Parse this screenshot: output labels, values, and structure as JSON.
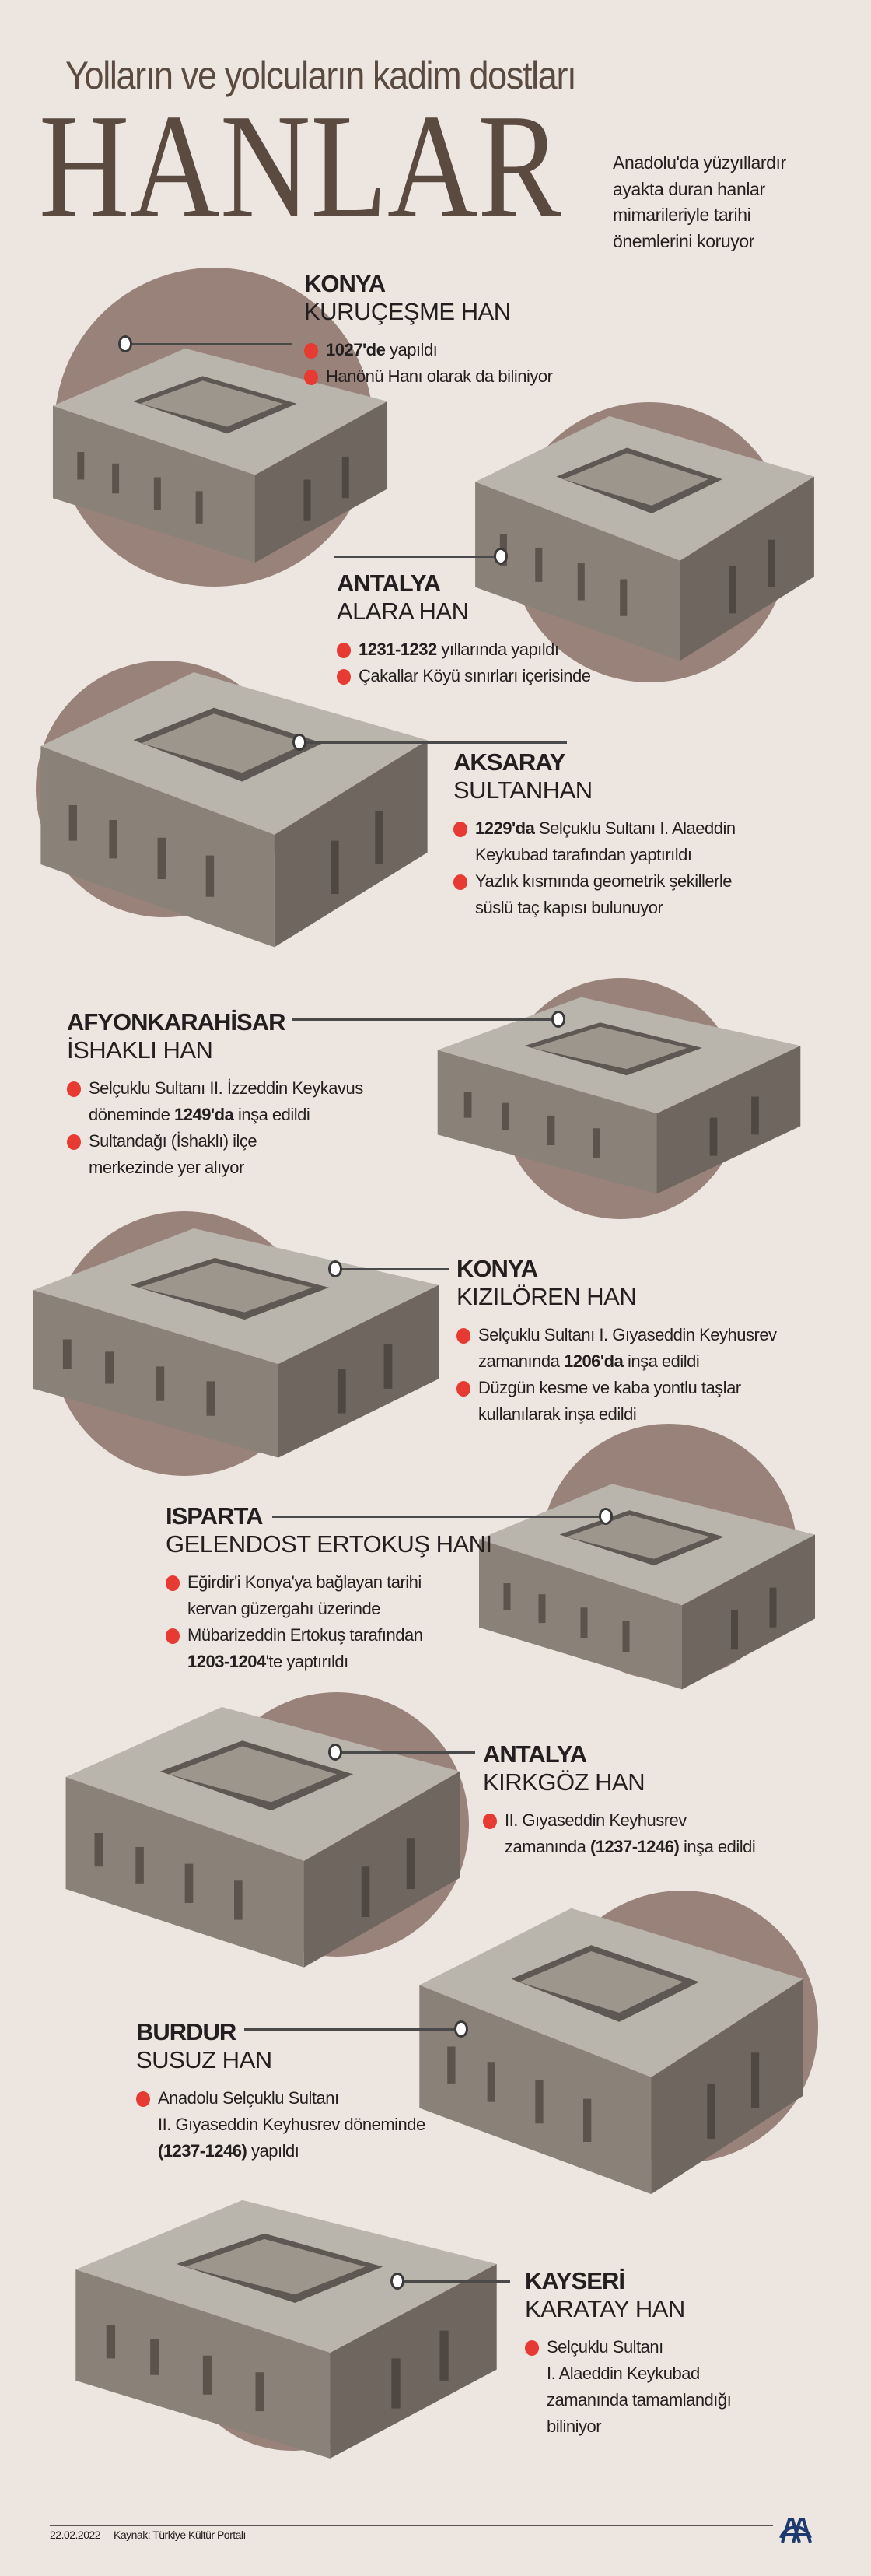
{
  "header": {
    "subtitle": "Yolların ve yolcuların kadim dostları",
    "title": "HANLAR",
    "intro_lines": [
      "Anadolu'da yüzyıllardır",
      "ayakta duran hanlar",
      "mimarileriyle tarihi",
      "önemlerini koruyor"
    ]
  },
  "colors": {
    "background": "#ede6e0",
    "circle": "#998279",
    "bullet": "#e63a33",
    "title": "#5b4a40",
    "logo": "#1d3a6e"
  },
  "hans": [
    {
      "region": "KONYA",
      "name": "KURUÇEŞME HAN",
      "bullets": [
        [
          [
            {
              "t": "1027'de",
              "bold": true
            },
            {
              "t": " yapıldı"
            }
          ]
        ],
        [
          [
            {
              "t": "Hanönü Hanı olarak da biliniyor"
            }
          ]
        ]
      ]
    },
    {
      "region": "ANTALYA",
      "name": "ALARA HAN",
      "bullets": [
        [
          [
            {
              "t": "1231-1232",
              "bold": true
            },
            {
              "t": " yıllarında yapıldı"
            }
          ]
        ],
        [
          [
            {
              "t": "Çakallar Köyü sınırları içerisinde"
            }
          ]
        ]
      ]
    },
    {
      "region": "AKSARAY",
      "name": "SULTANHAN",
      "bullets": [
        [
          [
            {
              "t": "1229'da",
              "bold": true
            },
            {
              "t": " Selçuklu Sultanı I. Alaeddin"
            }
          ],
          [
            {
              "t": "Keykubad tarafından yaptırıldı"
            }
          ]
        ],
        [
          [
            {
              "t": "Yazlık kısmında geometrik şekillerle"
            }
          ],
          [
            {
              "t": "süslü taç kapısı bulunuyor"
            }
          ]
        ]
      ]
    },
    {
      "region": "AFYONKARAHİSAR",
      "name": "İSHAKLI HAN",
      "bullets": [
        [
          [
            {
              "t": "Selçuklu Sultanı II. İzzeddin Keykavus"
            }
          ],
          [
            {
              "t": "döneminde "
            },
            {
              "t": "1249'da",
              "bold": true
            },
            {
              "t": " inşa edildi"
            }
          ]
        ],
        [
          [
            {
              "t": "Sultandağı (İshaklı) ilçe"
            }
          ],
          [
            {
              "t": "merkezinde yer alıyor"
            }
          ]
        ]
      ]
    },
    {
      "region": "KONYA",
      "name": "KIZILÖREN HAN",
      "bullets": [
        [
          [
            {
              "t": "Selçuklu Sultanı I. Gıyaseddin Keyhusrev"
            }
          ],
          [
            {
              "t": "zamanında "
            },
            {
              "t": "1206'da",
              "bold": true
            },
            {
              "t": " inşa edildi"
            }
          ]
        ],
        [
          [
            {
              "t": "Düzgün kesme ve kaba yontlu taşlar"
            }
          ],
          [
            {
              "t": "kullanılarak inşa edildi"
            }
          ]
        ]
      ]
    },
    {
      "region": "ISPARTA",
      "name": "GELENDOST ERTOKUŞ HANI",
      "bullets": [
        [
          [
            {
              "t": "Eğirdir'i Konya'ya bağlayan tarihi"
            }
          ],
          [
            {
              "t": "kervan güzergahı üzerinde"
            }
          ]
        ],
        [
          [
            {
              "t": "Mübarizeddin Ertokuş tarafından"
            }
          ],
          [
            {
              "t": "1203-1204",
              "bold": true
            },
            {
              "t": "'te yaptırıldı"
            }
          ]
        ]
      ]
    },
    {
      "region": "ANTALYA",
      "name": "KIRKGÖZ HAN",
      "bullets": [
        [
          [
            {
              "t": "II. Gıyaseddin Keyhusrev"
            }
          ],
          [
            {
              "t": "zamanında "
            },
            {
              "t": "(1237-1246)",
              "bold": true
            },
            {
              "t": " inşa edildi"
            }
          ]
        ]
      ]
    },
    {
      "region": "BURDUR",
      "name": "SUSUZ HAN",
      "bullets": [
        [
          [
            {
              "t": "Anadolu Selçuklu Sultanı"
            }
          ],
          [
            {
              "t": "II. Gıyaseddin Keyhusrev döneminde"
            }
          ],
          [
            {
              "t": "(1237-1246)",
              "bold": true
            },
            {
              "t": " yapıldı"
            }
          ]
        ]
      ]
    },
    {
      "region": "KAYSERİ",
      "name": "KARATAY HAN",
      "bullets": [
        [
          [
            {
              "t": "Selçuklu Sultanı"
            }
          ],
          [
            {
              "t": "I. Alaeddin Keykubad"
            }
          ],
          [
            {
              "t": "zamanında tamamlandığı"
            }
          ],
          [
            {
              "t": "biliniyor"
            }
          ]
        ]
      ]
    }
  ],
  "footer": {
    "date": "22.02.2022",
    "source": "Kaynak: Türkiye Kültür Portalı",
    "logo_text": "AA"
  }
}
